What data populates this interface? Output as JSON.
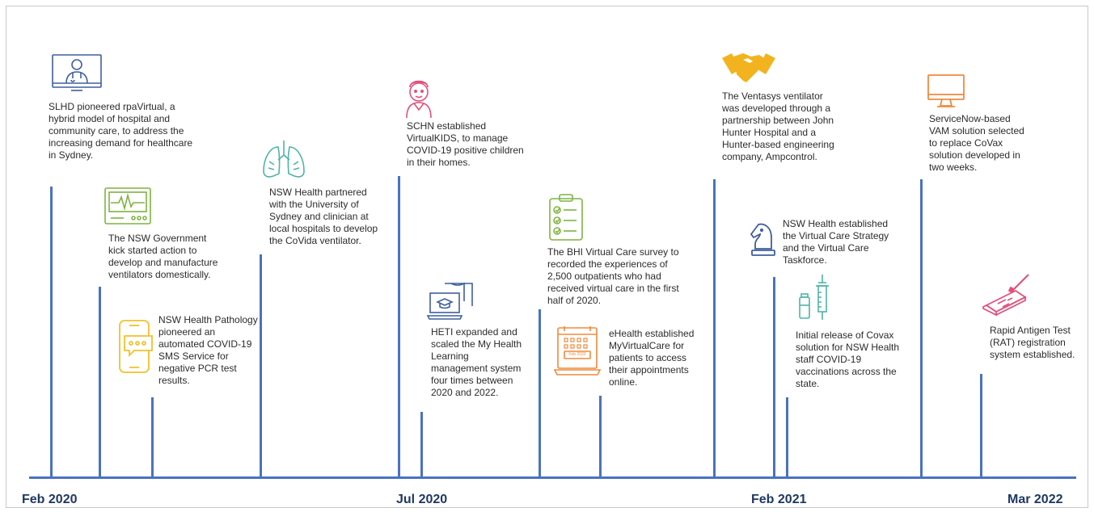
{
  "colors": {
    "axis": "#4a72c0",
    "date_text": "#1f3864",
    "icon_blue": "#3e5f9e",
    "icon_green": "#7fb441",
    "icon_yellow": "#f2c12e",
    "icon_teal": "#4fb3a9",
    "icon_pink": "#e0527d",
    "icon_orange": "#f08a3c"
  },
  "dates": [
    "Feb 2020",
    "Jul 2020",
    "Feb 2021",
    "Mar 2022"
  ],
  "events": [
    {
      "icon": "doctor-on-screen-icon",
      "text": "SLHD pioneered rpaVirtual, a\nhybrid model of hospital and\ncommunity care, to address the\nincreasing demand for healthcare\nin Sydney."
    },
    {
      "icon": "heart-monitor-icon",
      "text": "The NSW Government\nkick started action to\ndevelop and manufacture\nventilators domestically."
    },
    {
      "icon": "chat-phone-icon",
      "text": "NSW Health Pathology\npioneered an\nautomated COVID-19\nSMS Service for\nnegative PCR test\nresults."
    },
    {
      "icon": "lungs-icon",
      "text": "NSW Health partnered\nwith the University of\nSydney and clinician at\nlocal hospitals to develop\nthe CoVida ventilator."
    },
    {
      "icon": "child-icon",
      "text": "SCHN established\nVirtualKIDS, to manage\nCOVID-19 positive children\nin their homes."
    },
    {
      "icon": "laptop-learning-icon",
      "text": "HETI expanded and\nscaled the My Health\nLearning\nmanagement system\nfour times between\n2020 and 2022."
    },
    {
      "icon": "clipboard-checklist-icon",
      "text": "The BHI Virtual Care survey to\nrecorded the experiences of\n2,500 outpatients who had\nreceived virtual care in the first\nhalf of 2020."
    },
    {
      "icon": "calendar-laptop-icon",
      "calendar_label": "Feb 2020",
      "text": "eHealth established\nMyVirtualCare for\npatients to access\ntheir appointments\nonline."
    },
    {
      "icon": "handshake-icon",
      "text": "The Ventasys ventilator\nwas developed through a\npartnership between John\nHunter Hospital and a\nHunter-based engineering\ncompany, Ampcontrol."
    },
    {
      "icon": "chess-knight-icon",
      "text": "NSW Health established\nthe Virtual Care Strategy\nand the Virtual Care\nTaskforce."
    },
    {
      "icon": "vaccine-syringe-icon",
      "text": "Initial release of Covax\nsolution for NSW Health\nstaff COVID-19\nvaccinations across the\nstate."
    },
    {
      "icon": "monitor-icon",
      "text": "ServiceNow-based\nVAM solution selected\nto replace CoVax\nsolution developed in\ntwo weeks."
    },
    {
      "icon": "rapid-antigen-test-icon",
      "text": "Rapid Antigen Test\n(RAT) registration\nsystem established."
    }
  ]
}
